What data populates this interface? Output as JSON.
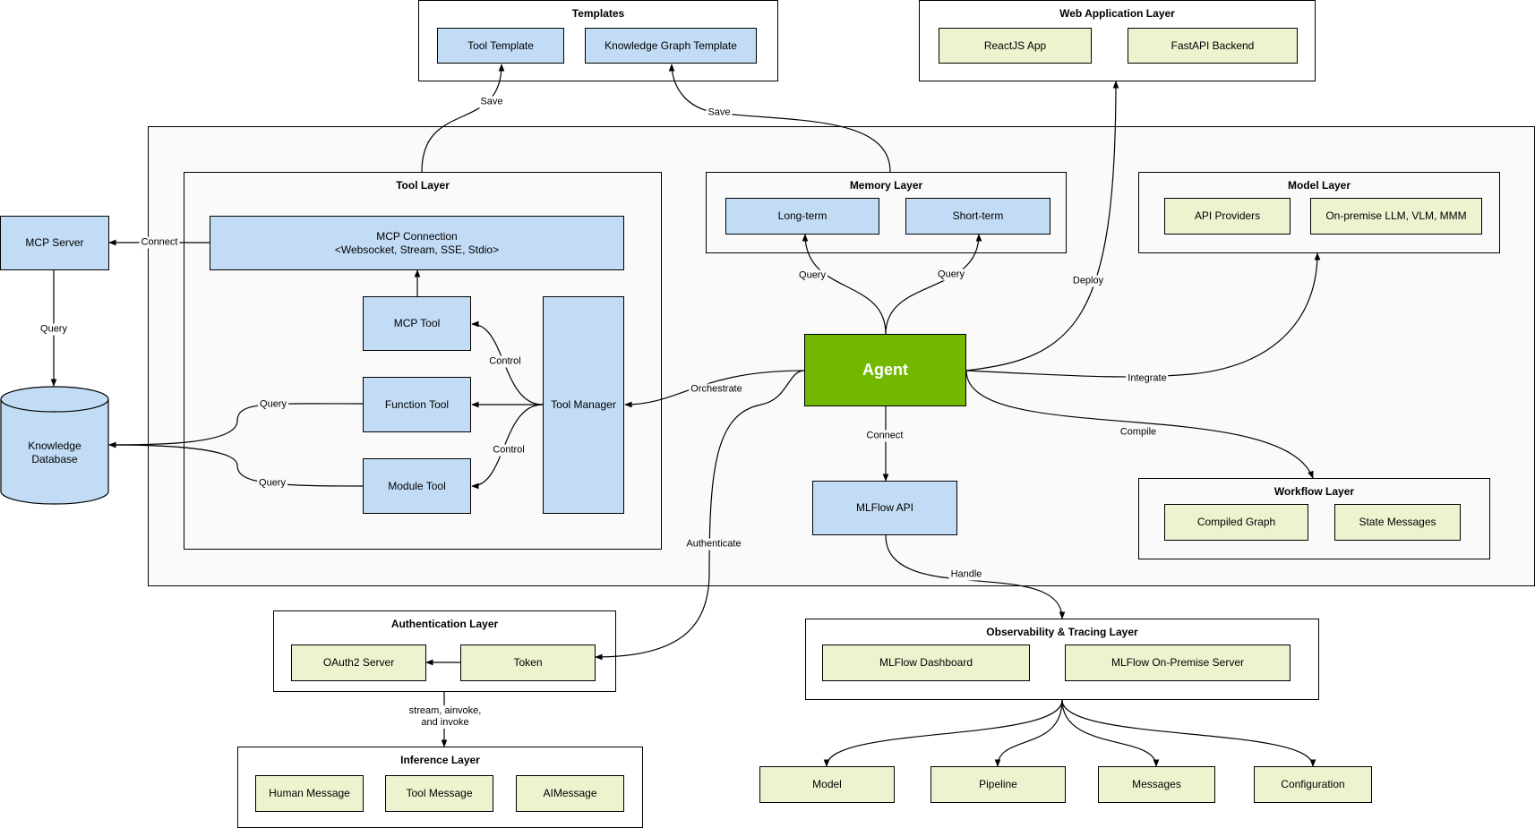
{
  "groups": {
    "templates": "Templates",
    "web_app": "Web Application Layer",
    "tool_layer": "Tool Layer",
    "memory_layer": "Memory Layer",
    "model_layer": "Model Layer",
    "workflow_layer": "Workflow Layer",
    "auth_layer": "Authentication Layer",
    "inference_layer": "Inference Layer",
    "observability_layer": "Observability & Tracing Layer"
  },
  "nodes": {
    "tool_template": "Tool Template",
    "kg_template": "Knowledge Graph Template",
    "reactjs_app": "ReactJS App",
    "fastapi_backend": "FastAPI Backend",
    "mcp_server": "MCP Server",
    "knowledge_db": "Knowledge\nDatabase",
    "mcp_connection": "MCP Connection\n<Websocket, Stream, SSE, Stdio>",
    "mcp_tool": "MCP Tool",
    "function_tool": "Function Tool",
    "module_tool": "Module Tool",
    "tool_manager": "Tool Manager",
    "long_term": "Long-term",
    "short_term": "Short-term",
    "api_providers": "API Providers",
    "onprem_llm": "On-premise LLM, VLM, MMM",
    "agent": "Agent",
    "mlflow_api": "MLFlow API",
    "compiled_graph": "Compiled Graph",
    "state_messages": "State Messages",
    "oauth2_server": "OAuth2 Server",
    "token": "Token",
    "human_message": "Human Message",
    "tool_message": "Tool Message",
    "ai_message": "AIMessage",
    "mlflow_dashboard": "MLFlow Dashboard",
    "mlflow_onprem": "MLFlow On-Premise Server",
    "model": "Model",
    "pipeline": "Pipeline",
    "messages": "Messages",
    "configuration": "Configuration"
  },
  "edge_labels": {
    "save_tool": "Save",
    "save_kg": "Save",
    "connect_mcp": "Connect",
    "query_mcp_db": "Query",
    "query_function": "Query",
    "query_module": "Query",
    "control_mcp": "Control",
    "control_module": "Control",
    "orchestrate": "Orchestrate",
    "query_long": "Query",
    "query_short": "Query",
    "deploy": "Deploy",
    "integrate": "Integrate",
    "compile": "Compile",
    "connect_mlflow": "Connect",
    "authenticate": "Authenticate",
    "handle": "Handle",
    "stream_invoke": "stream, ainvoke,\nand invoke"
  },
  "colors": {
    "blue_fill": "#c2dcf5",
    "yellow_fill": "#eff2cf",
    "agent_fill": "#72b800",
    "stroke": "#000000"
  }
}
